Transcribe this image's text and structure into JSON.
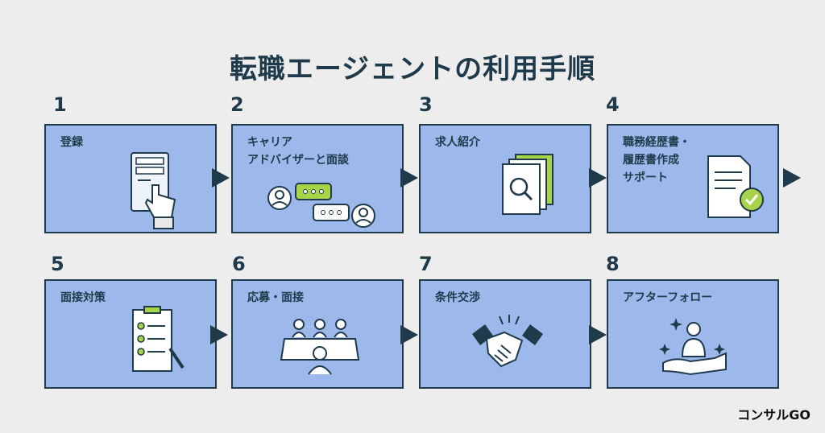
{
  "title": "転職エージェントの利用手順",
  "steps": [
    {
      "number": "1",
      "label": "登録"
    },
    {
      "number": "2",
      "label": "キャリア\nアドバイザーと面談"
    },
    {
      "number": "3",
      "label": "求人紹介"
    },
    {
      "number": "4",
      "label": "職務経歴書・\n履歴書作成\nサポート"
    },
    {
      "number": "5",
      "label": "面接対策"
    },
    {
      "number": "6",
      "label": "応募・面接"
    },
    {
      "number": "7",
      "label": "条件交渉"
    },
    {
      "number": "8",
      "label": "アフターフォロー"
    }
  ],
  "brand": "コンサルGO",
  "colors": {
    "background": "#ededed",
    "card": "#9db9ec",
    "dark": "#1f3a4a",
    "accent": "#a8d44a"
  }
}
